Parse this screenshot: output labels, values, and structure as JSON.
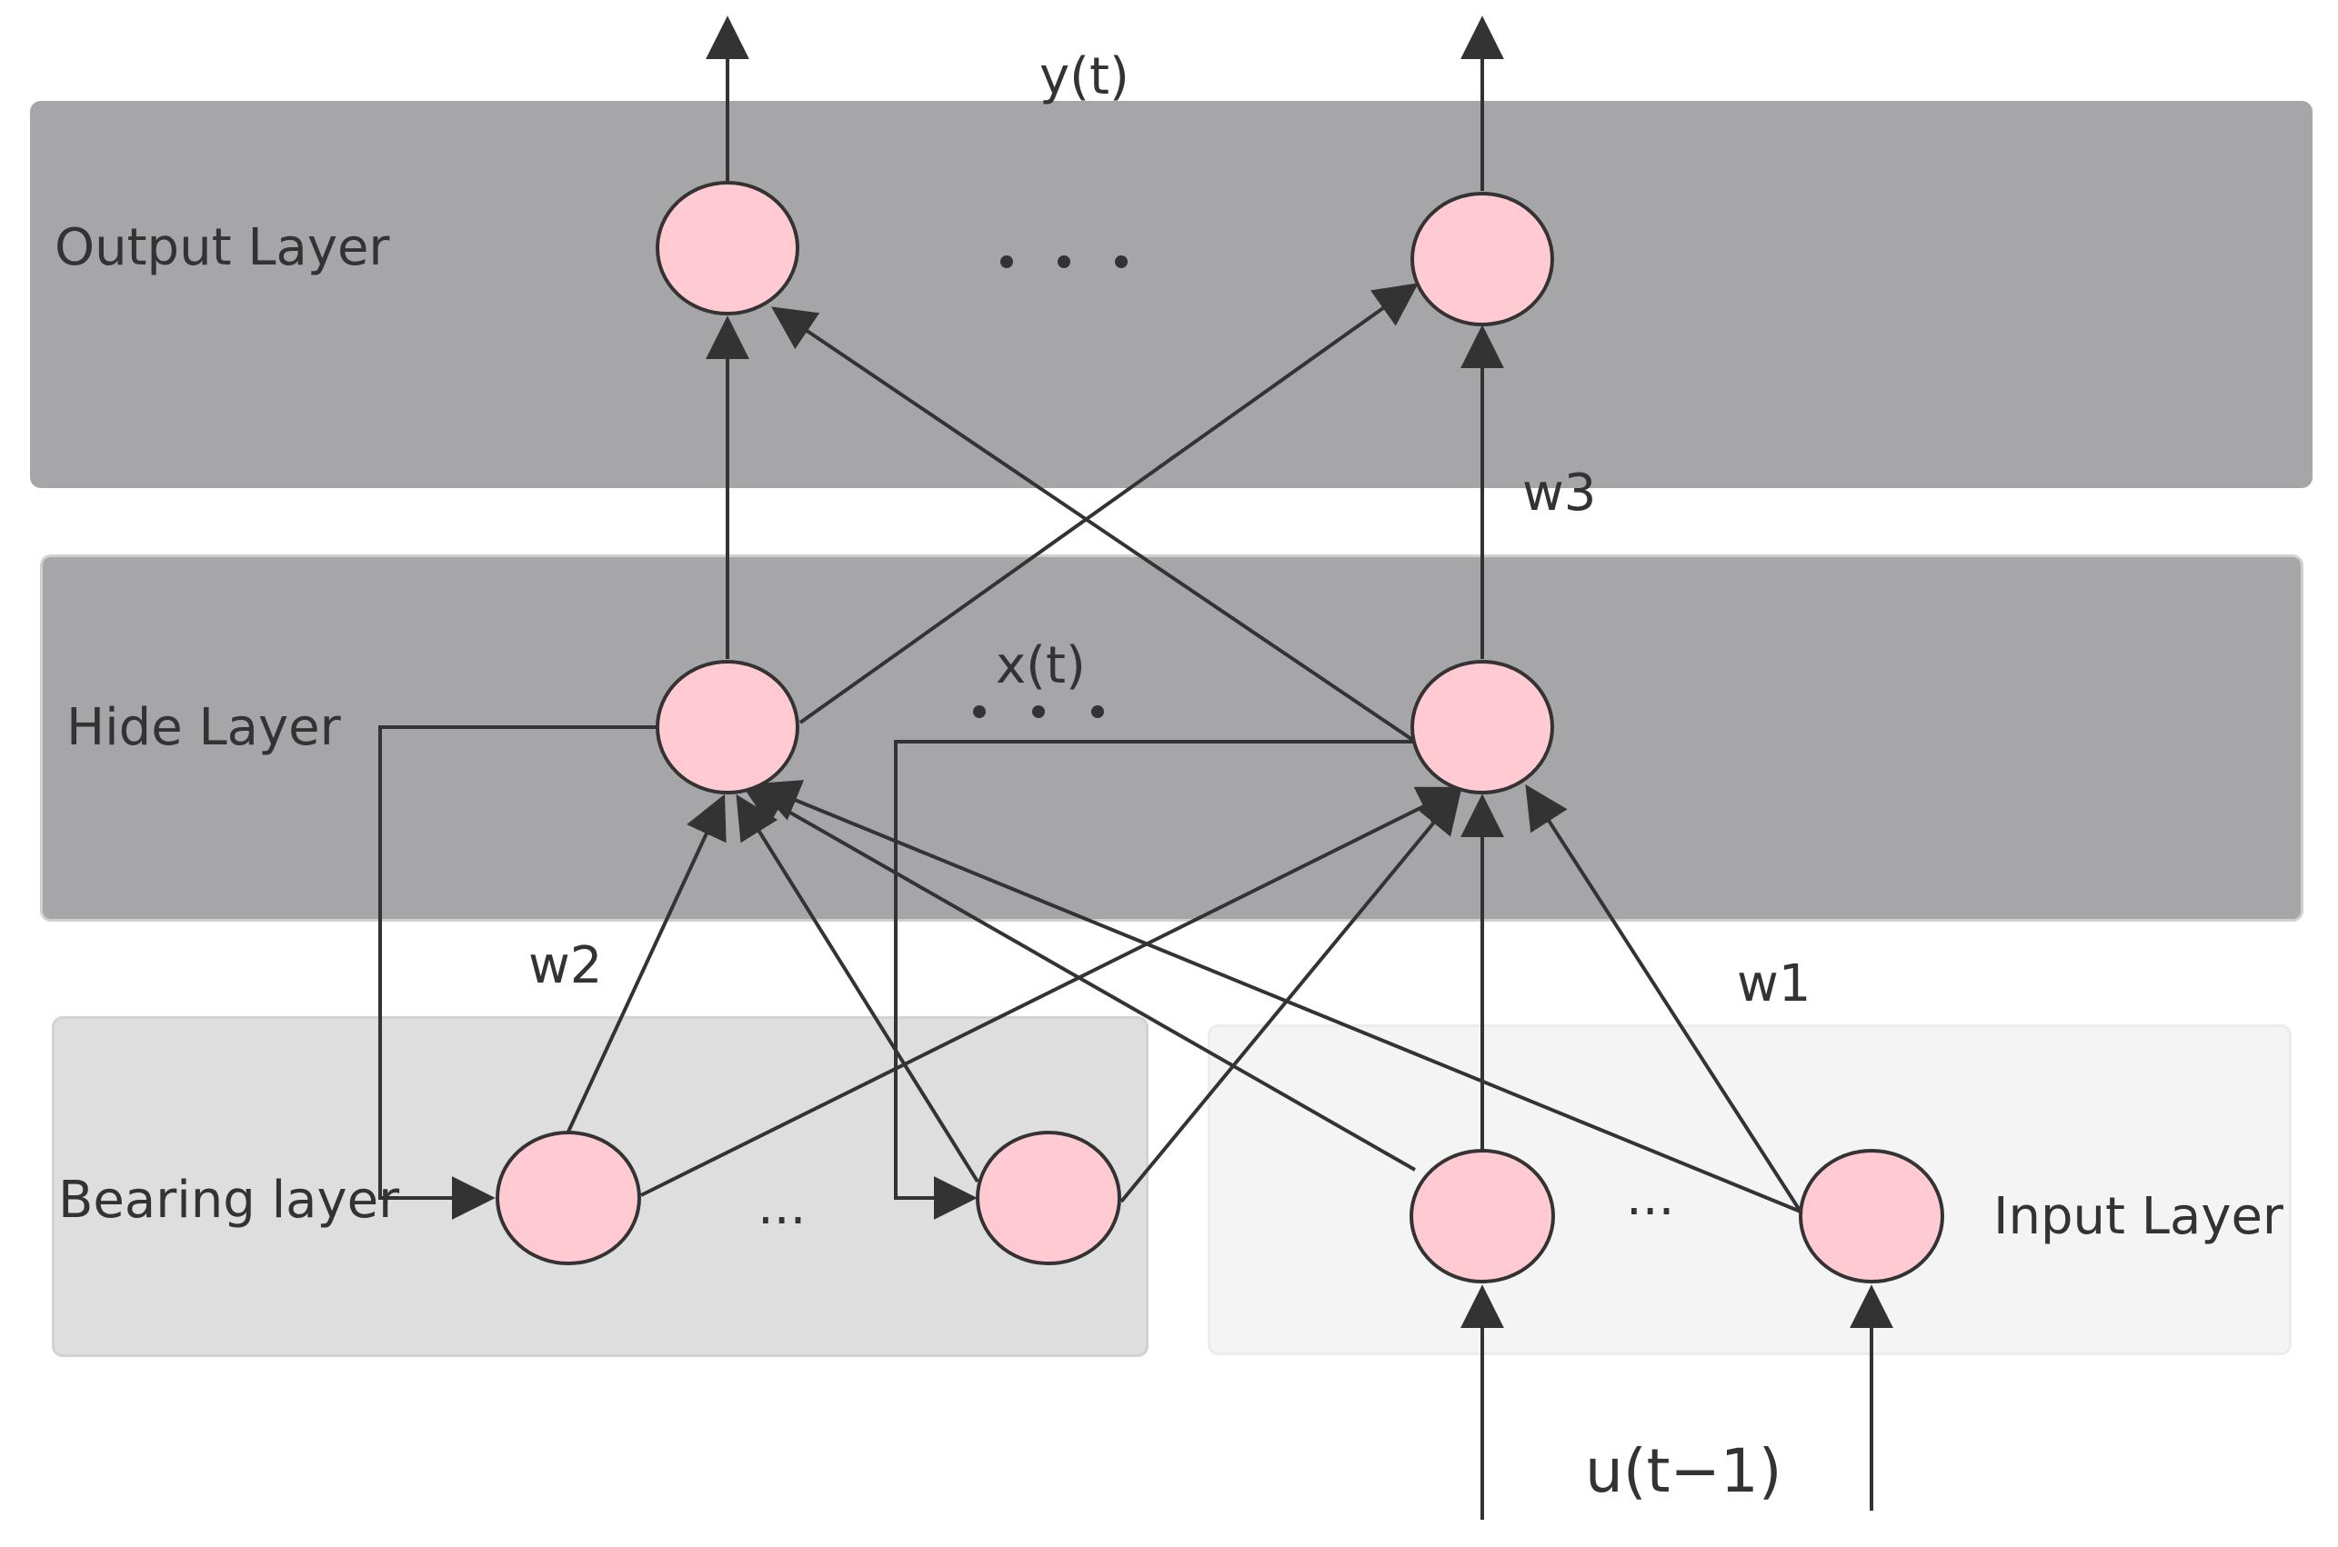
{
  "layers": {
    "output": "Output Layer",
    "hide": "Hide Layer",
    "bearing": "Bearing layer",
    "input": "Input Layer"
  },
  "variables": {
    "output": "y(t)",
    "hidden": "x(t)",
    "input": "u(t−1)"
  },
  "weights": {
    "input_to_hidden": "w1",
    "bearing_to_hidden": "w2",
    "hidden_to_output": "w3"
  },
  "ellipsis": {
    "bearing": "...",
    "input": "..."
  },
  "colors": {
    "output_band": "#a6a5a8",
    "hide_band": "#a6a5a8",
    "bearing_band": "#dedede",
    "input_band": "#f4f4f4",
    "node_fill": "#ffcad2",
    "stroke": "#333333"
  }
}
